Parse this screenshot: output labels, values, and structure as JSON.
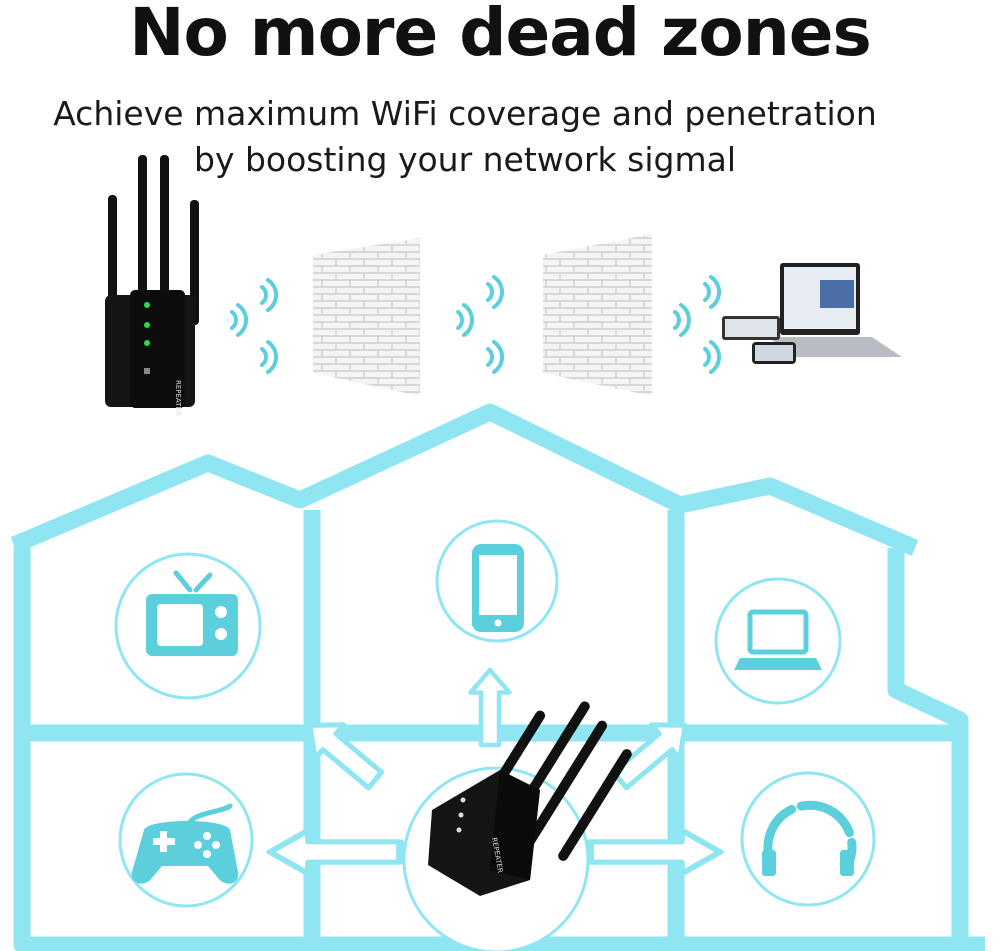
{
  "headline": "No more dead zones",
  "subtitle_line1": "Achieve maximum WiFi coverage and penetration",
  "subtitle_line2": "by boosting your network sigmal",
  "device_label": "REPEATER",
  "colors": {
    "house_outline": "#8fe6f2",
    "icon": "#5ccfdd",
    "text": "#111111",
    "device": "#111111",
    "led": "#22dd44"
  },
  "icons": [
    "tv-icon",
    "smartphone-icon",
    "laptop-icon",
    "gamepad-icon",
    "headphones-icon",
    "wifi-signal-icon",
    "brick-wall-icon"
  ]
}
